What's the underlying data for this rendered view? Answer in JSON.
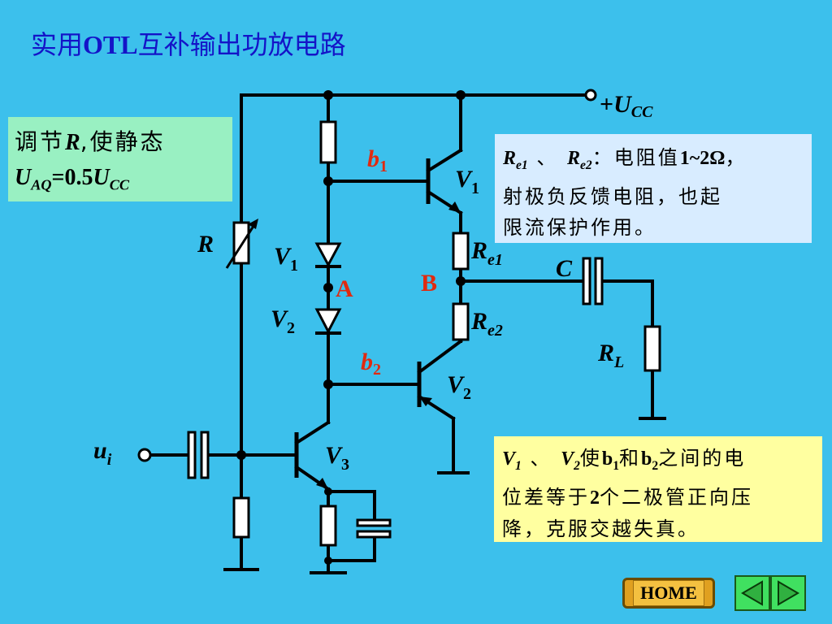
{
  "title": {
    "zh1": "实用",
    "latin": "OTL",
    "zh2": "互补输出功放电路"
  },
  "diagram": {
    "supply": {
      "prefix": "+",
      "sym": "U",
      "sub": "CC"
    },
    "labels": {
      "b1": {
        "sym": "b",
        "sub": "1"
      },
      "b2": {
        "sym": "b",
        "sub": "2"
      },
      "q1": {
        "sym": "V",
        "sub": "1"
      },
      "q2": {
        "sym": "V",
        "sub": "2"
      },
      "q3": {
        "sym": "V",
        "sub": "3"
      },
      "d1": {
        "sym": "V",
        "sub": "1"
      },
      "d2": {
        "sym": "V",
        "sub": "2"
      },
      "A": "A",
      "B": "B",
      "R": "R",
      "C": "C",
      "Re1": {
        "sym": "R",
        "sub": "e1"
      },
      "Re2": {
        "sym": "R",
        "sub": "e2"
      },
      "RL": {
        "sym": "R",
        "sub": "L"
      },
      "ui": {
        "sym": "u",
        "sub": "i"
      }
    }
  },
  "notes": {
    "green": {
      "l1a": "调节",
      "l1b": "R",
      "l1c": ",使静态",
      "l2a": "U",
      "l2b": "AQ",
      "l2c": "=0.5",
      "l2d": "U",
      "l2e": "CC"
    },
    "blue": {
      "a": "R",
      "as": "e1",
      "b": " 、 ",
      "c": "R",
      "cs": "e2",
      "d": "：电阻值",
      "e": "1~2Ω",
      "f": "，",
      "l2": "射极负反馈电阻，也起",
      "l3": "限流保护作用。"
    },
    "yellow": {
      "a": "V",
      "as": "1",
      "b": " 、 ",
      "c": "V",
      "cs": "2",
      "d": "使",
      "e": "b",
      "es": "1",
      "f": "和",
      "g": "b",
      "gs": "2",
      "h": "之间的电",
      "l2a": "位差等于",
      "l2b": "2",
      "l2c": "个二极管正向压",
      "l3": "降，克服交越失真。"
    }
  },
  "nav": {
    "home": "HOME"
  },
  "colors": {
    "background": "#3cc0ec",
    "title": "#1414c8",
    "wire": "#000000",
    "accent": "#e02a10",
    "resistor_fill": "#ffffff"
  }
}
